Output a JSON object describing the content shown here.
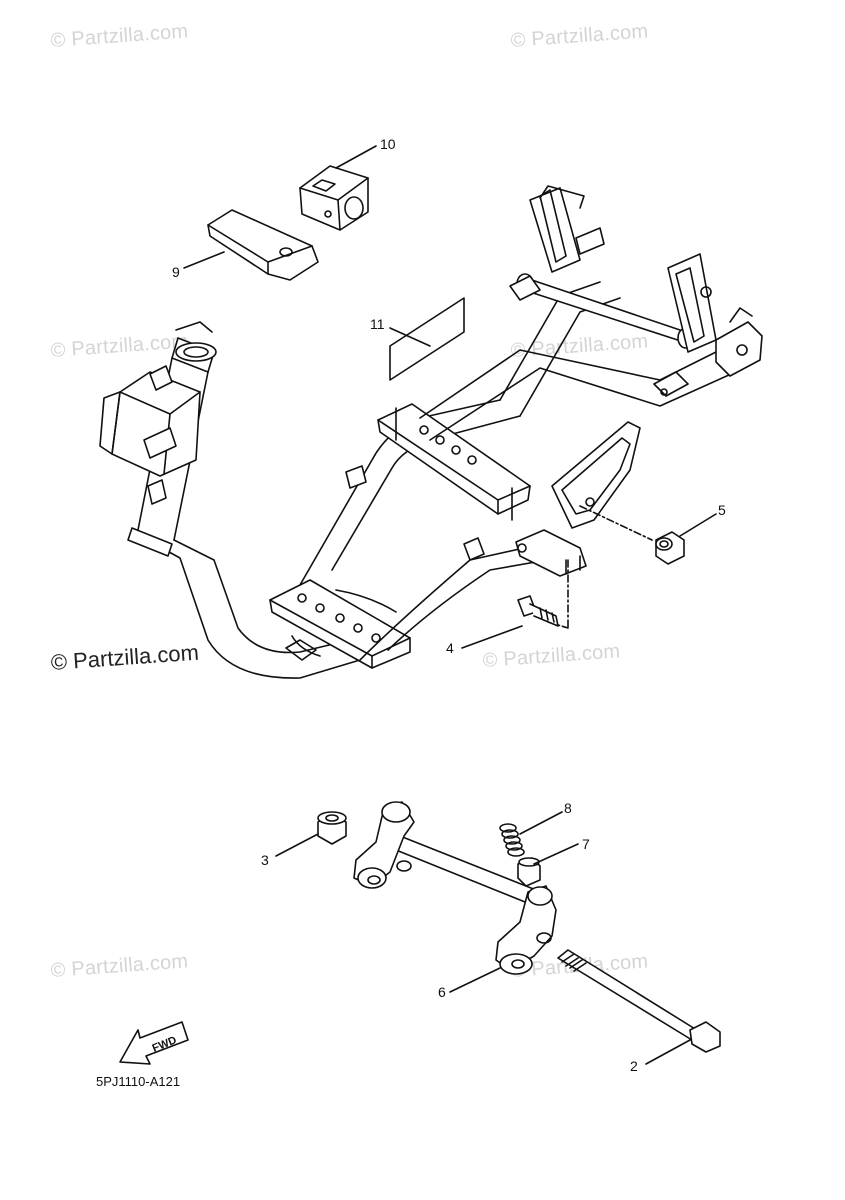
{
  "watermark": "© Partzilla.com",
  "diagram_code": "5PJ1110-A121",
  "fwd_label": "FWD",
  "callouts": {
    "c2": "2",
    "c3": "3",
    "c4": "4",
    "c5": "5",
    "c6": "6",
    "c7": "7",
    "c8": "8",
    "c9": "9",
    "c10": "10",
    "c11": "11"
  }
}
